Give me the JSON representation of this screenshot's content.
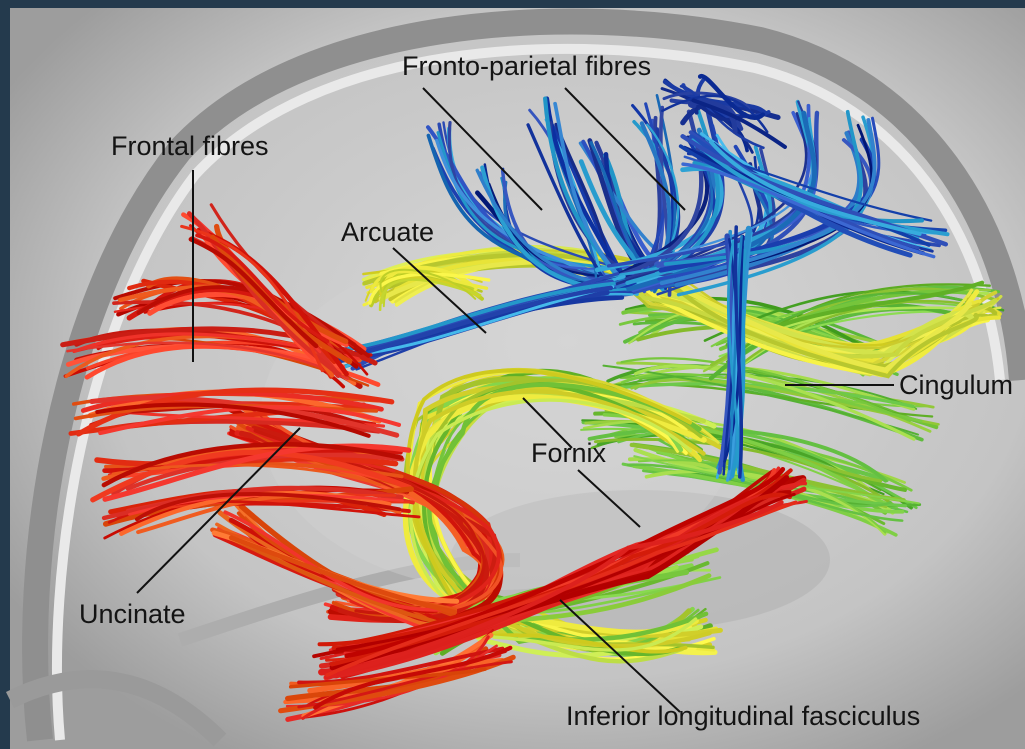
{
  "figure": {
    "labels": {
      "frontal_fibres": "Frontal fibres",
      "fronto_parietal_fibres": "Fronto-parietal fibres",
      "arcuate": "Arcuate",
      "cingulum": "Cingulum",
      "fornix": "Fornix",
      "uncinate": "Uncinate",
      "inferior_longitudinal_fasciculus": "Inferior longitudinal fasciculus"
    },
    "colors": {
      "background": "#243a4d",
      "scan_grey": "#c6c6c6",
      "frontal": "#e0231a",
      "uncinate_orange": "#ee5a1e",
      "fronto_parietal_dark": "#1f3fa8",
      "fronto_parietal_light": "#32a6d8",
      "cingulum_yellow": "#e6e236",
      "cingulum_green": "#74c43a",
      "ilf_red": "#d81c18"
    }
  }
}
